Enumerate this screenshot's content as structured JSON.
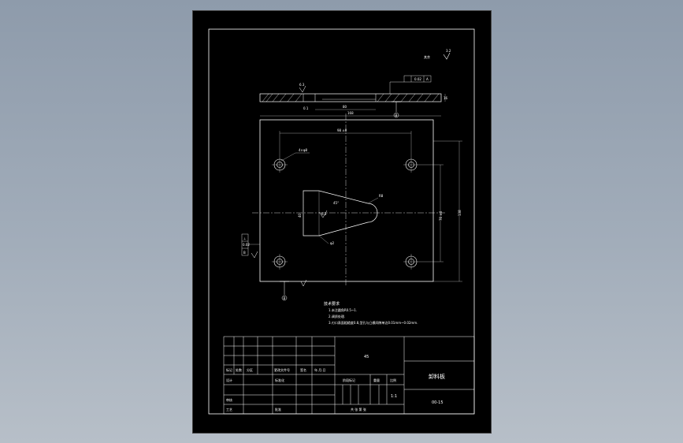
{
  "drawing": {
    "part_name": "卸料板",
    "drawing_no": "00-15",
    "material": "45",
    "scale": "1:1",
    "roughness_note": "其余",
    "roughness_value": "3.2",
    "flatness_frame": "0.02",
    "datum_a": "A",
    "datum_b": "B",
    "datum_b2": "B",
    "dim_thickness": "16",
    "dim_width": "168",
    "dim_hole_pitch_x": "98 ±0",
    "dim_hole_pitch_y": "76 ±0",
    "dim_height": "138",
    "dim_slot_width": "40",
    "dim_slot_len": "80",
    "dim_angle": "45°",
    "dim_r": "R8",
    "dim_hole": "4×φ8",
    "dim_edge": "0.1",
    "dim_small": "φ2",
    "surface_mark": "6.3",
    "side_box": [
      "⊥",
      "0.02",
      "B"
    ],
    "tech_title": "技术要求",
    "tech_notes": [
      "1.未注圆角R0.5~1.",
      "2.调质处理.",
      "3.刃口表面粗糙度0.8,型孔与凸模间隙单边0.01mm~0.02mm."
    ],
    "title_block": {
      "row_labels": [
        "标记",
        "处数",
        "分区",
        "更改文件号",
        "签名",
        "年.月.日"
      ],
      "design": "设计",
      "standard": "标准化",
      "review": "审核",
      "process": "工艺",
      "approve": "批准",
      "stage_label": "阶段标记",
      "weight_label": "重量",
      "scale_label": "比例",
      "sheets_label": "共  张  第  张"
    }
  }
}
